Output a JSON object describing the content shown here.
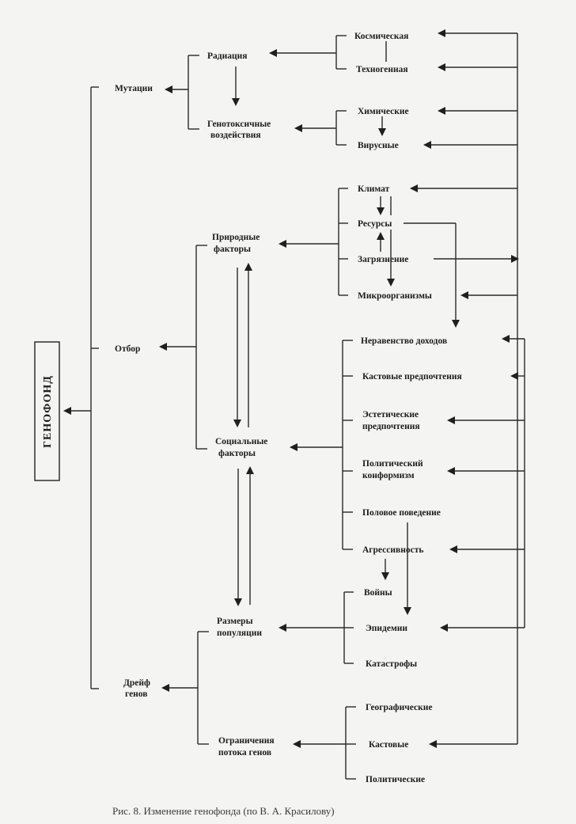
{
  "diagram": {
    "root": "ГЕНОФОНД",
    "mutations": {
      "label": "Мутации",
      "radiation": "Радиация",
      "genotoxic": [
        "Генотоксичные",
        "воздействия"
      ],
      "cosmic": "Космическая",
      "technogenic": "Техногенная",
      "chemical": "Химические",
      "viral": "Вирусные"
    },
    "selection": {
      "label": "Отбор",
      "natural": [
        "Природные",
        "факторы"
      ],
      "social": [
        "Социальные",
        "факторы"
      ],
      "climate": "Климат",
      "resources": "Ресурсы",
      "pollution": "Загрязнение",
      "microorganisms": "Микроорганизмы",
      "income_inequality": "Неравенство доходов",
      "caste_preferences": "Кастовые предпочтения",
      "aesthetic_preferences": [
        "Эстетические",
        "предпочтения"
      ],
      "political_conformism": [
        "Политический",
        "конформизм"
      ],
      "sexual_behavior": "Половое поведение",
      "aggressiveness": "Агрессивность"
    },
    "drift": {
      "label": [
        "Дрейф",
        "генов"
      ],
      "population_size": [
        "Размеры",
        "популяции"
      ],
      "gene_flow_limits": [
        "Ограничения",
        "потока генов"
      ],
      "wars": "Войны",
      "epidemics": "Эпидемии",
      "catastrophes": "Катастрофы",
      "geographic": "Географические",
      "caste": "Кастовые",
      "political": "Политические"
    }
  },
  "caption": "Рис. 8.  Изменение генофонда (по В. А. Красилову)"
}
